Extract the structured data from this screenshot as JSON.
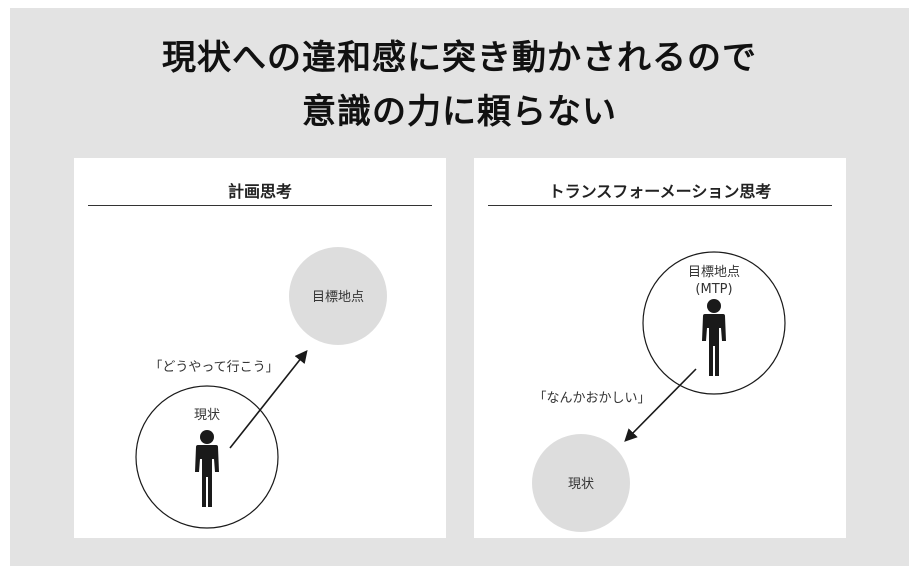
{
  "headline": {
    "line1": "現状への違和感に突き動かされるので",
    "line2": "意識の力に頼らない"
  },
  "left_panel": {
    "title": "計画思考",
    "goal_label": "目標地点",
    "quote": "「どうやって行こう」",
    "current_label": "現状"
  },
  "right_panel": {
    "title": "トランスフォーメーション思考",
    "goal_label_line1": "目標地点",
    "goal_label_line2": "(MTP)",
    "quote": "「なんかおかしい」",
    "current_label": "現状"
  },
  "colors": {
    "background": "#e3e3e3",
    "panel": "#ffffff",
    "filled_circle": "#dddddd",
    "ink": "#1a1a1a"
  },
  "icons": [
    "person-icon",
    "arrow-icon"
  ]
}
